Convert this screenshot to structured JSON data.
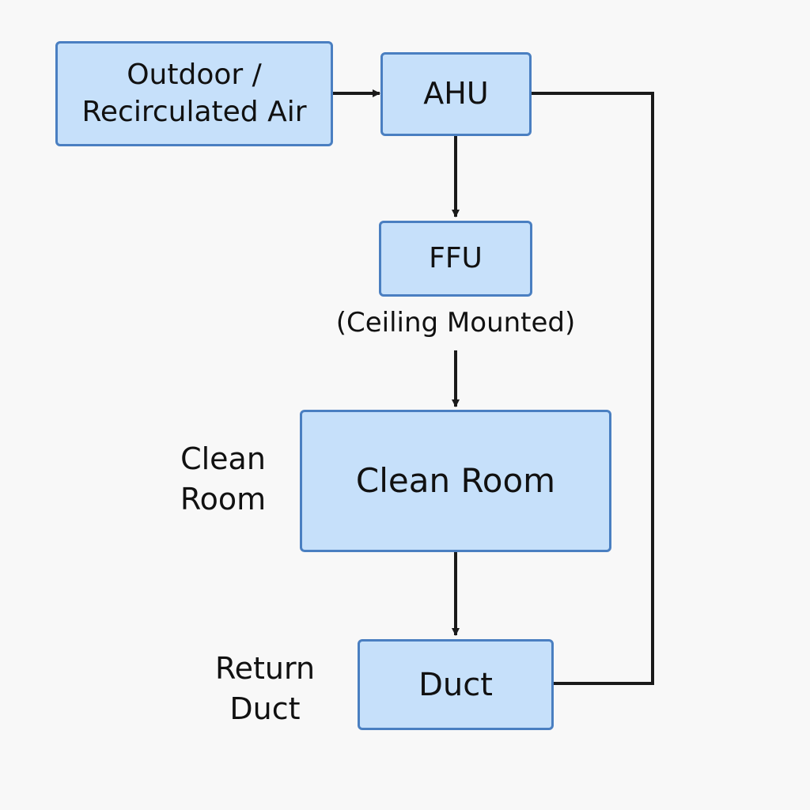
{
  "nodes": {
    "source": {
      "line1": "Outdoor  /",
      "line2": "Recirculated Air"
    },
    "ahu": "AHU",
    "ffu": "FFU",
    "clean_room": "Clean Room",
    "duct": "Duct"
  },
  "labels": {
    "ffu_note": "(Ceiling Mounted)",
    "clean_room_side": {
      "line1": "Clean",
      "line2": "Room"
    },
    "return_duct_side": {
      "line1": "Return",
      "line2": "Duct"
    }
  },
  "colors": {
    "node_fill": "#c6e0fa",
    "node_border": "#4a7fc1",
    "connector": "#1a1a1a",
    "background": "#f8f8f8"
  }
}
